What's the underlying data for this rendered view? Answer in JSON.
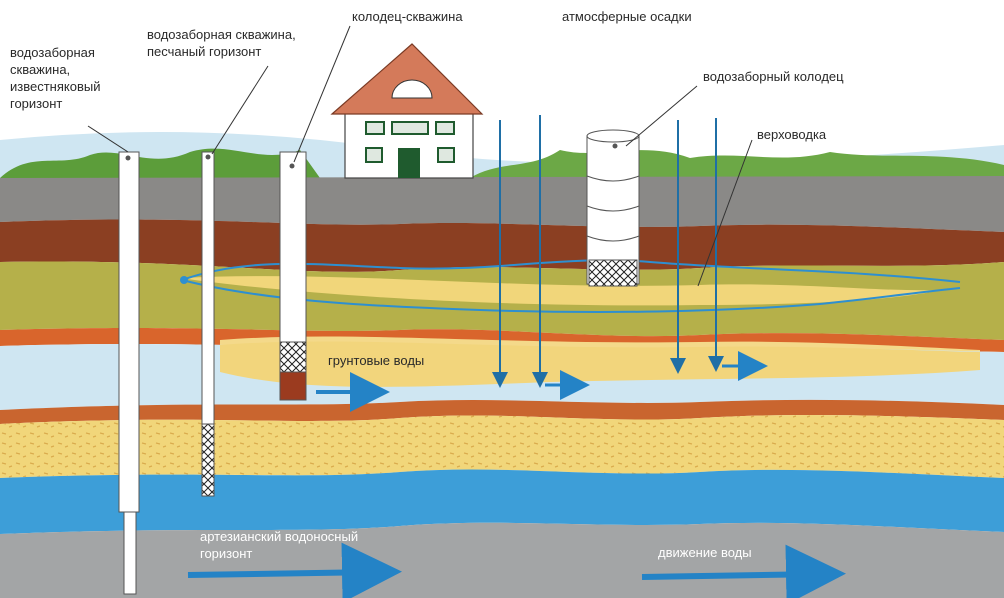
{
  "labels": {
    "limestone_well": "водозаборная\nскважина,\nизвестняковый\nгоризонт",
    "sand_well": "водозаборная скважина,\nпесчаный горизонт",
    "well_borehole": "колодец-скважина",
    "precipitation": "атмосферные осадки",
    "intake_well": "водозаборный колодец",
    "perched_water": "верховодка",
    "groundwater": "грунтовые воды",
    "artesian": "артезианский водоносный\nгоризонт",
    "water_flow": "движение воды"
  },
  "colors": {
    "water_blue": "#2e8fd0",
    "sky_blue": "#cfe6f2",
    "grass_green": "#5c9d3a",
    "topsoil_gray": "#8a8987",
    "clay_brown": "#8b3f22",
    "sand_yellow": "#f1d67a",
    "loam_olive": "#b5b04a",
    "orange_clay": "#d9652c",
    "aquifer_blue": "#3d9ed8",
    "bedrock_gray": "#a3a5a6",
    "roof": "#d47a5a",
    "arrow": "#2483c6"
  }
}
